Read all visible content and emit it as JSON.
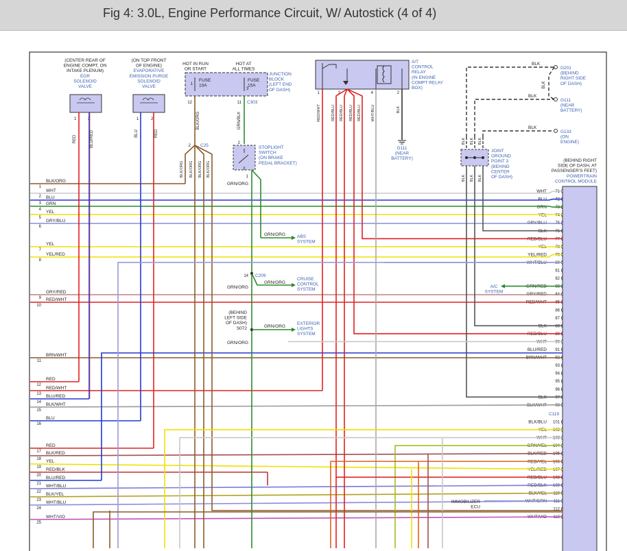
{
  "title": "Fig 4: 3.0L, Engine Performance Circuit, W/ Autostick (4 of 4)",
  "components": {
    "egr": [
      "(CENTER REAR OF",
      "ENGINE COMPT, ON",
      "INTAKE PLENUM)",
      "EGR",
      "SOLENOID",
      "VALVE"
    ],
    "evap": [
      "(ON TOP FRONT",
      "OF ENGINE)",
      "EVAPORATIVE",
      "EMISSION PURGE",
      "SOLENOID",
      "VALVE"
    ],
    "hot_run": [
      "HOT IN RUN",
      "OR START"
    ],
    "hot_all": [
      "HOT AT",
      "ALL TIMES"
    ],
    "fuse1": [
      "FUSE",
      "10A"
    ],
    "fuse2": [
      "FUSE",
      "15A"
    ],
    "junction": [
      "JUNCTION",
      "BLOCK",
      "(LEFT END",
      "OF DASH)"
    ],
    "stoplight": [
      "STOPLIGHT",
      "SWITCH",
      "(ON BRAKE",
      "PEDAL BRACKET)"
    ],
    "relay": [
      "A/T",
      "CONTROL",
      "RELAY",
      "(IN ENGINE",
      "COMPT RELAY",
      "BOX)"
    ],
    "g111_relay": [
      "G111",
      "(NEAR",
      "BATTERY)"
    ],
    "g201": [
      "G201",
      "(BEHIND",
      "RIGHT SIDE",
      "OF DASH)"
    ],
    "g111": [
      "G111",
      "(NEAR",
      "BATTERY)"
    ],
    "g133": [
      "G133",
      "(ON",
      "ENGINE)"
    ],
    "jgp3": [
      "JOINT",
      "GROUND",
      "POINT 3",
      "(BEHIND",
      "CENTER",
      "OF DASH)"
    ],
    "pcm": [
      "(BEHIND RIGHT",
      "SIDE OF DASH, AT",
      "PASSENGER'S FEET)",
      "POWERTRAIN",
      "CONTROL MODULE"
    ],
    "abs": [
      "ABS",
      "SYSTEM"
    ],
    "cruise": [
      "CRUISE",
      "CONTROL",
      "SYSTEM"
    ],
    "ext": [
      "EXTERIOR",
      "LIGHTS",
      "SYSTEM"
    ],
    "s072": [
      "(BEHIND",
      "LEFT SIDE",
      "OF DASH)",
      "S072"
    ],
    "ac": [
      "A/C",
      "SYSTEM"
    ],
    "immo": [
      "IMMOBILIZER",
      "ECU"
    ]
  },
  "connectors": {
    "c25": "C25",
    "c303": "C303",
    "c209": "C209",
    "c119": "C119"
  },
  "wire_labels": {
    "egr_red": "RED",
    "egr_blured": "BLU/RED",
    "evap_blu": "BLU",
    "evap_red": "RED",
    "j_blkorg": "BLK/ORG",
    "j_grnblk": "GRN/BLK",
    "c25_a": "BLK/ORG",
    "c25_b": "BLK/ORG",
    "c25_c": "BLK/ORG",
    "c25_d": "BLK/ORG",
    "sw_grnorg": "GRN/ORG",
    "abs_grnorg": "GRN/ORG",
    "c209_grnorg": "GRN/ORG",
    "c209_b": "GRN/ORG",
    "s072_a": "GRN/ORG",
    "s072_b": "GRN/ORG",
    "rl_redwht": "RED/WHT",
    "rl_redblu1": "RED/BLU",
    "rl_redblu2": "RED/BLU",
    "rl_redblu3": "RED/BLU",
    "rl_redblu4": "RED/BLU",
    "rl_whtblu": "WHT/BLU",
    "rl_blk": "BLK",
    "g201_blk": "BLK",
    "g201_blk2": "BLK",
    "g111_blk": "BLK",
    "g133_blk": "BLK",
    "jg_blk1": "BLK",
    "jg_blk2": "BLK",
    "jg_blk3": "BLK",
    "jg_blk4": "BLK",
    "jg_blk5": "BLK",
    "jg_blk6": "BLK"
  },
  "pins": {
    "egr_1": "1",
    "egr_2": "2",
    "evap_1": "1",
    "evap_2": "2",
    "fuse_12": "12",
    "fuse_11": "11",
    "fuse_1": "1",
    "fuse_3": "3",
    "c25_2": "2",
    "sw_2": "2",
    "sw_1": "1",
    "c209_14": "14",
    "rl_1": "1",
    "rl_3": "3",
    "rl_4": "4",
    "rl_2": "2"
  },
  "left_rows": [
    {
      "num": "1",
      "label": "BLK/ORG"
    },
    {
      "num": "2",
      "label": "WHT"
    },
    {
      "num": "3",
      "label": "BLU"
    },
    {
      "num": "4",
      "label": "GRN"
    },
    {
      "num": "5",
      "label": "YEL"
    },
    {
      "num": "6",
      "label": "GRY/BLU"
    },
    {
      "num": "7",
      "label": "YEL"
    },
    {
      "num": "8",
      "label": "YEL/RED"
    },
    {
      "num": "9",
      "label": "GRY/RED"
    },
    {
      "num": "10",
      "label": "RED/WHT"
    },
    {
      "num": "11",
      "label": "BRN/WHT"
    },
    {
      "num": "12",
      "label": "RED"
    },
    {
      "num": "13",
      "label": "RED/WHT"
    },
    {
      "num": "14",
      "label": "BLU/RED"
    },
    {
      "num": "15",
      "label": "BLK/WHT"
    },
    {
      "num": "16",
      "label": "BLU"
    },
    {
      "num": "17",
      "label": "RED"
    },
    {
      "num": "18",
      "label": "BLK/RED"
    },
    {
      "num": "19",
      "label": "YEL"
    },
    {
      "num": "20",
      "label": "RED/BLK"
    },
    {
      "num": "21",
      "label": "BLU/RED"
    },
    {
      "num": "22",
      "label": "WHT/BLU"
    },
    {
      "num": "23",
      "label": "BLK/YEL"
    },
    {
      "num": "24",
      "label": "WHT/BLU"
    },
    {
      "num": "25",
      "label": "WHT/VIO"
    }
  ],
  "pcm_pins": [
    {
      "pin": "71",
      "label": "WHT"
    },
    {
      "pin": "72",
      "label": "BLU"
    },
    {
      "pin": "73",
      "label": "GRN"
    },
    {
      "pin": "74",
      "label": "YEL"
    },
    {
      "pin": "75",
      "label": "GRY/BLU"
    },
    {
      "pin": "76",
      "label": "BLK"
    },
    {
      "pin": "77",
      "label": "RED/BLU"
    },
    {
      "pin": "78",
      "label": "YEL"
    },
    {
      "pin": "79",
      "label": "YEL/RED"
    },
    {
      "pin": "80",
      "label": "WHT/BLU"
    },
    {
      "pin": "81",
      "label": ""
    },
    {
      "pin": "82",
      "label": ""
    },
    {
      "pin": "83",
      "label": "GRN/RED"
    },
    {
      "pin": "84",
      "label": "GRY/RED"
    },
    {
      "pin": "85",
      "label": "RED/WHT"
    },
    {
      "pin": "86",
      "label": ""
    },
    {
      "pin": "87",
      "label": ""
    },
    {
      "pin": "88",
      "label": "BLK"
    },
    {
      "pin": "89",
      "label": "RED/BLU"
    },
    {
      "pin": "90",
      "label": "WHT"
    },
    {
      "pin": "91",
      "label": "BLU/RED"
    },
    {
      "pin": "92",
      "label": "BRN/WHT"
    },
    {
      "pin": "93",
      "label": ""
    },
    {
      "pin": "94",
      "label": ""
    },
    {
      "pin": "95",
      "label": ""
    },
    {
      "pin": "96",
      "label": ""
    },
    {
      "pin": "97",
      "label": "BLK"
    },
    {
      "pin": "98",
      "label": "BLK/WHT"
    },
    {
      "pin": "101",
      "label": "BLK/BLU"
    },
    {
      "pin": "102",
      "label": "YEL"
    },
    {
      "pin": "103",
      "label": "WHT"
    },
    {
      "pin": "104",
      "label": "GRN/YEL"
    },
    {
      "pin": "105",
      "label": "BLK/RED"
    },
    {
      "pin": "106",
      "label": "RED/YEL"
    },
    {
      "pin": "107",
      "label": "YEL/RED"
    },
    {
      "pin": "108",
      "label": "RED/BLU"
    },
    {
      "pin": "109",
      "label": "RED/BLK"
    },
    {
      "pin": "110",
      "label": "BLK/YEL"
    },
    {
      "pin": "111",
      "label": "WHT/GRN"
    },
    {
      "pin": "112",
      "label": ""
    },
    {
      "pin": "113",
      "label": "WHT/VIO"
    }
  ],
  "colors": {
    "red": "#e02020",
    "blu": "#2038d0",
    "grn": "#2a8a2a",
    "yel": "#f0e000",
    "wht": "#c8c8c8",
    "blk": "#333333",
    "brn": "#8a5a2a",
    "gry": "#9a9a9a",
    "vio": "#c050c0",
    "comp_fill": "#c8c8f0",
    "label_blue": "#3a5fb0"
  }
}
